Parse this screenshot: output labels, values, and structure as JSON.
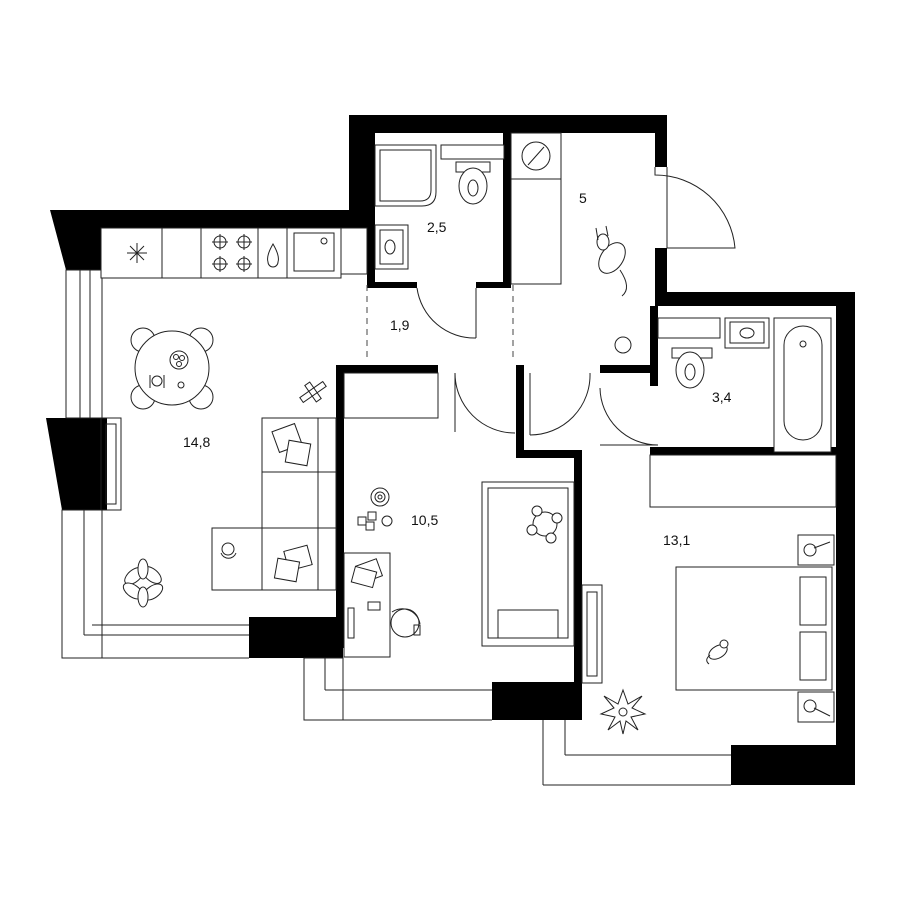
{
  "floor_plan": {
    "rooms": [
      {
        "id": "living-kitchen",
        "area_label": "14,8"
      },
      {
        "id": "bathroom-small",
        "area_label": "2,5"
      },
      {
        "id": "hall",
        "area_label": "5"
      },
      {
        "id": "corridor",
        "area_label": "1,9"
      },
      {
        "id": "bedroom-small",
        "area_label": "10,5"
      },
      {
        "id": "bathroom-large",
        "area_label": "3,4"
      },
      {
        "id": "bedroom-large",
        "area_label": "13,1"
      }
    ]
  },
  "icons": [
    "snowflake-icon",
    "stove-burner-icon",
    "water-drop-icon",
    "sink-icon",
    "shower-icon",
    "toilet-icon",
    "washing-machine-icon",
    "bathtub-icon",
    "dining-table-icon",
    "plant-icon",
    "desk-chair-icon",
    "cat-icon",
    "toy-icon"
  ]
}
